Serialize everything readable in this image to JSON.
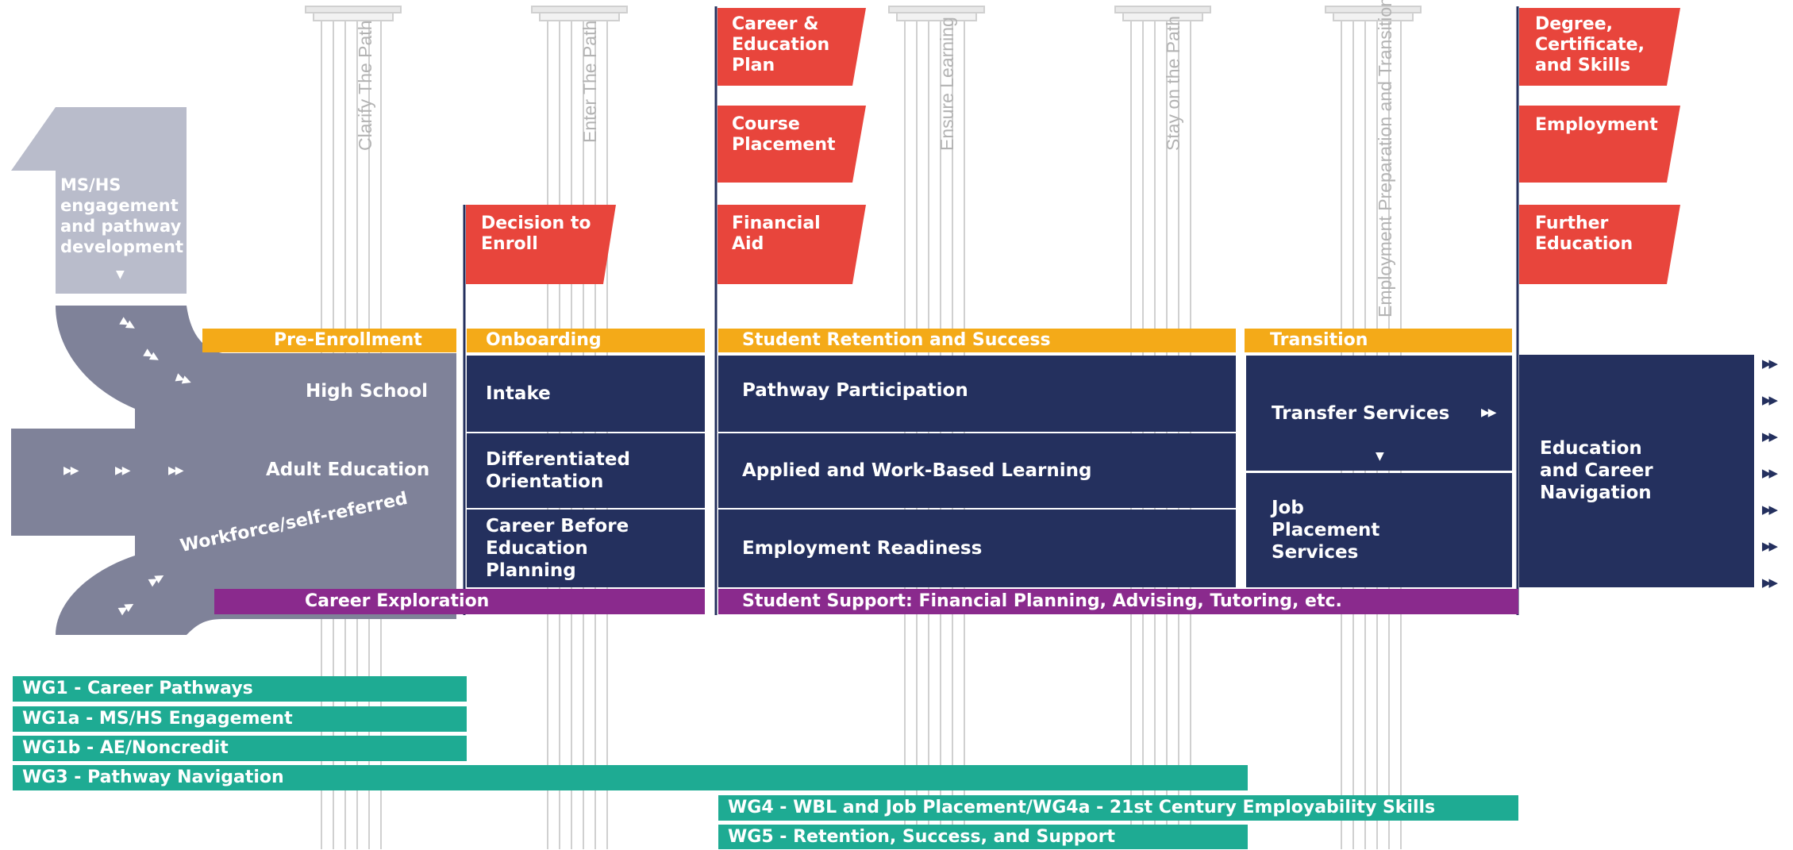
{
  "pillars": [
    {
      "label": "Clarify The Path"
    },
    {
      "label": "Enter The Path"
    },
    {
      "label": "Ensure Learning"
    },
    {
      "label": "Stay on the Path"
    },
    {
      "label": "Employment Preparation and Transition"
    }
  ],
  "flags": {
    "decision": "Decision to Enroll",
    "career_plan": "Career & Education Plan",
    "course_placement": "Course Placement",
    "financial_aid": "Financial Aid",
    "degree": "Degree, Certificate, and Skills",
    "employment": "Employment",
    "further_education": "Further Education"
  },
  "ms_hs": "MS/HS engagement and pathway development",
  "entry_points": {
    "high_school": "High School",
    "adult_education": "Adult Education",
    "workforce": "Workforce/self-referred"
  },
  "stages": {
    "pre_enrollment": "Pre-Enrollment",
    "onboarding": "Onboarding",
    "retention": "Student Retention and Success",
    "transition": "Transition"
  },
  "onboarding_cells": [
    "Intake",
    "Differentiated Orientation",
    "Career Before Education Planning"
  ],
  "retention_cells": [
    "Pathway Participation",
    "Applied and Work-Based Learning",
    "Employment Readiness"
  ],
  "transition_cells": [
    "Transfer Services",
    "Job Placement Services"
  ],
  "navigation": "Education and Career Navigation",
  "support_bars": {
    "career_exploration": "Career Exploration",
    "student_support": "Student Support: Financial Planning, Advising, Tutoring, etc."
  },
  "workgroups": [
    "WG1 - Career Pathways",
    "WG1a - MS/HS Engagement",
    "WG1b - AE/Noncredit",
    "WG3 - Pathway Navigation",
    "WG4 - WBL and Job Placement/WG4a - 21st Century Employability Skills",
    "WG5 - Retention, Success, and Support"
  ],
  "colors": {
    "navy": "#24305e",
    "orange": "#f4aa18",
    "red": "#e8453c",
    "teal": "#1eab93",
    "purple": "#8a2a8d",
    "gray_flow": "#7f8299",
    "light_gray": "#b9bccb"
  }
}
